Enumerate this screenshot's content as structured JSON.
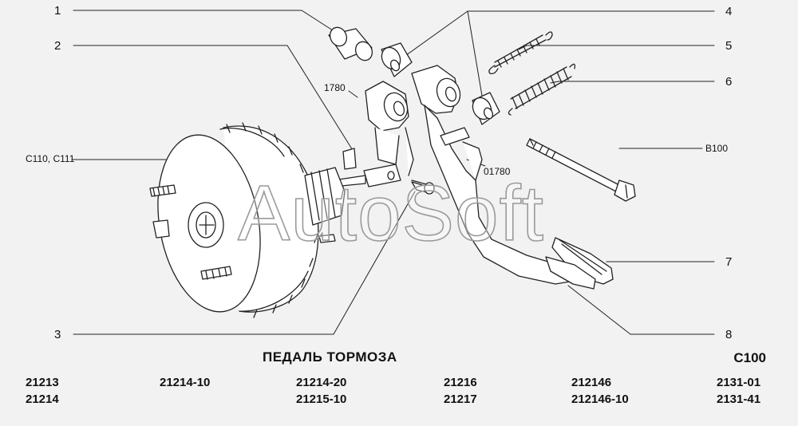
{
  "callouts": {
    "c1": "1",
    "c2": "2",
    "c3": "3",
    "c4": "4",
    "c5": "5",
    "c6": "6",
    "c7": "7",
    "c8": "8"
  },
  "refs": {
    "r1780": "1780",
    "rC110": "C110, C111",
    "r01780": "01780",
    "rB100": "B100"
  },
  "watermark": "AutoSoft",
  "title": "ПЕДАЛЬ ТОРМОЗА",
  "code": "C100",
  "models": [
    [
      "21213",
      "21214"
    ],
    [
      "21214-10",
      ""
    ],
    [
      "21214-20",
      "21215-10"
    ],
    [
      "21216",
      "21217"
    ],
    [
      "212146",
      "212146-10"
    ],
    [
      "2131-01",
      "2131-41"
    ]
  ],
  "colors": {
    "line": "#222222",
    "background": "#f2f2f2"
  }
}
